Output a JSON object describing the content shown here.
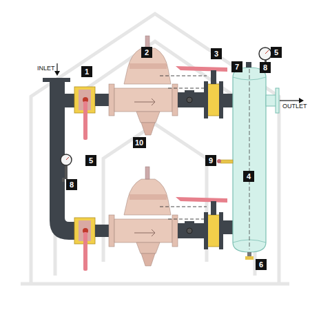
{
  "diagram": {
    "nodes": [
      {
        "text": [
          "1"
        ]
      },
      {
        "text": [
          "2"
        ]
      },
      {
        "text": [
          "3"
        ]
      },
      {
        "text": [
          "7"
        ]
      },
      {
        "text": [
          "5"
        ]
      },
      {
        "text": [
          "8"
        ]
      },
      {
        "text": [
          "10"
        ]
      },
      {
        "text": [
          "5"
        ]
      },
      {
        "text": [
          "9"
        ]
      },
      {
        "text": [
          "4"
        ]
      },
      {
        "text": [
          "8"
        ]
      },
      {
        "text": [
          "6"
        ]
      }
    ],
    "labels": [
      "INLET",
      "OUTLET"
    ]
  }
}
